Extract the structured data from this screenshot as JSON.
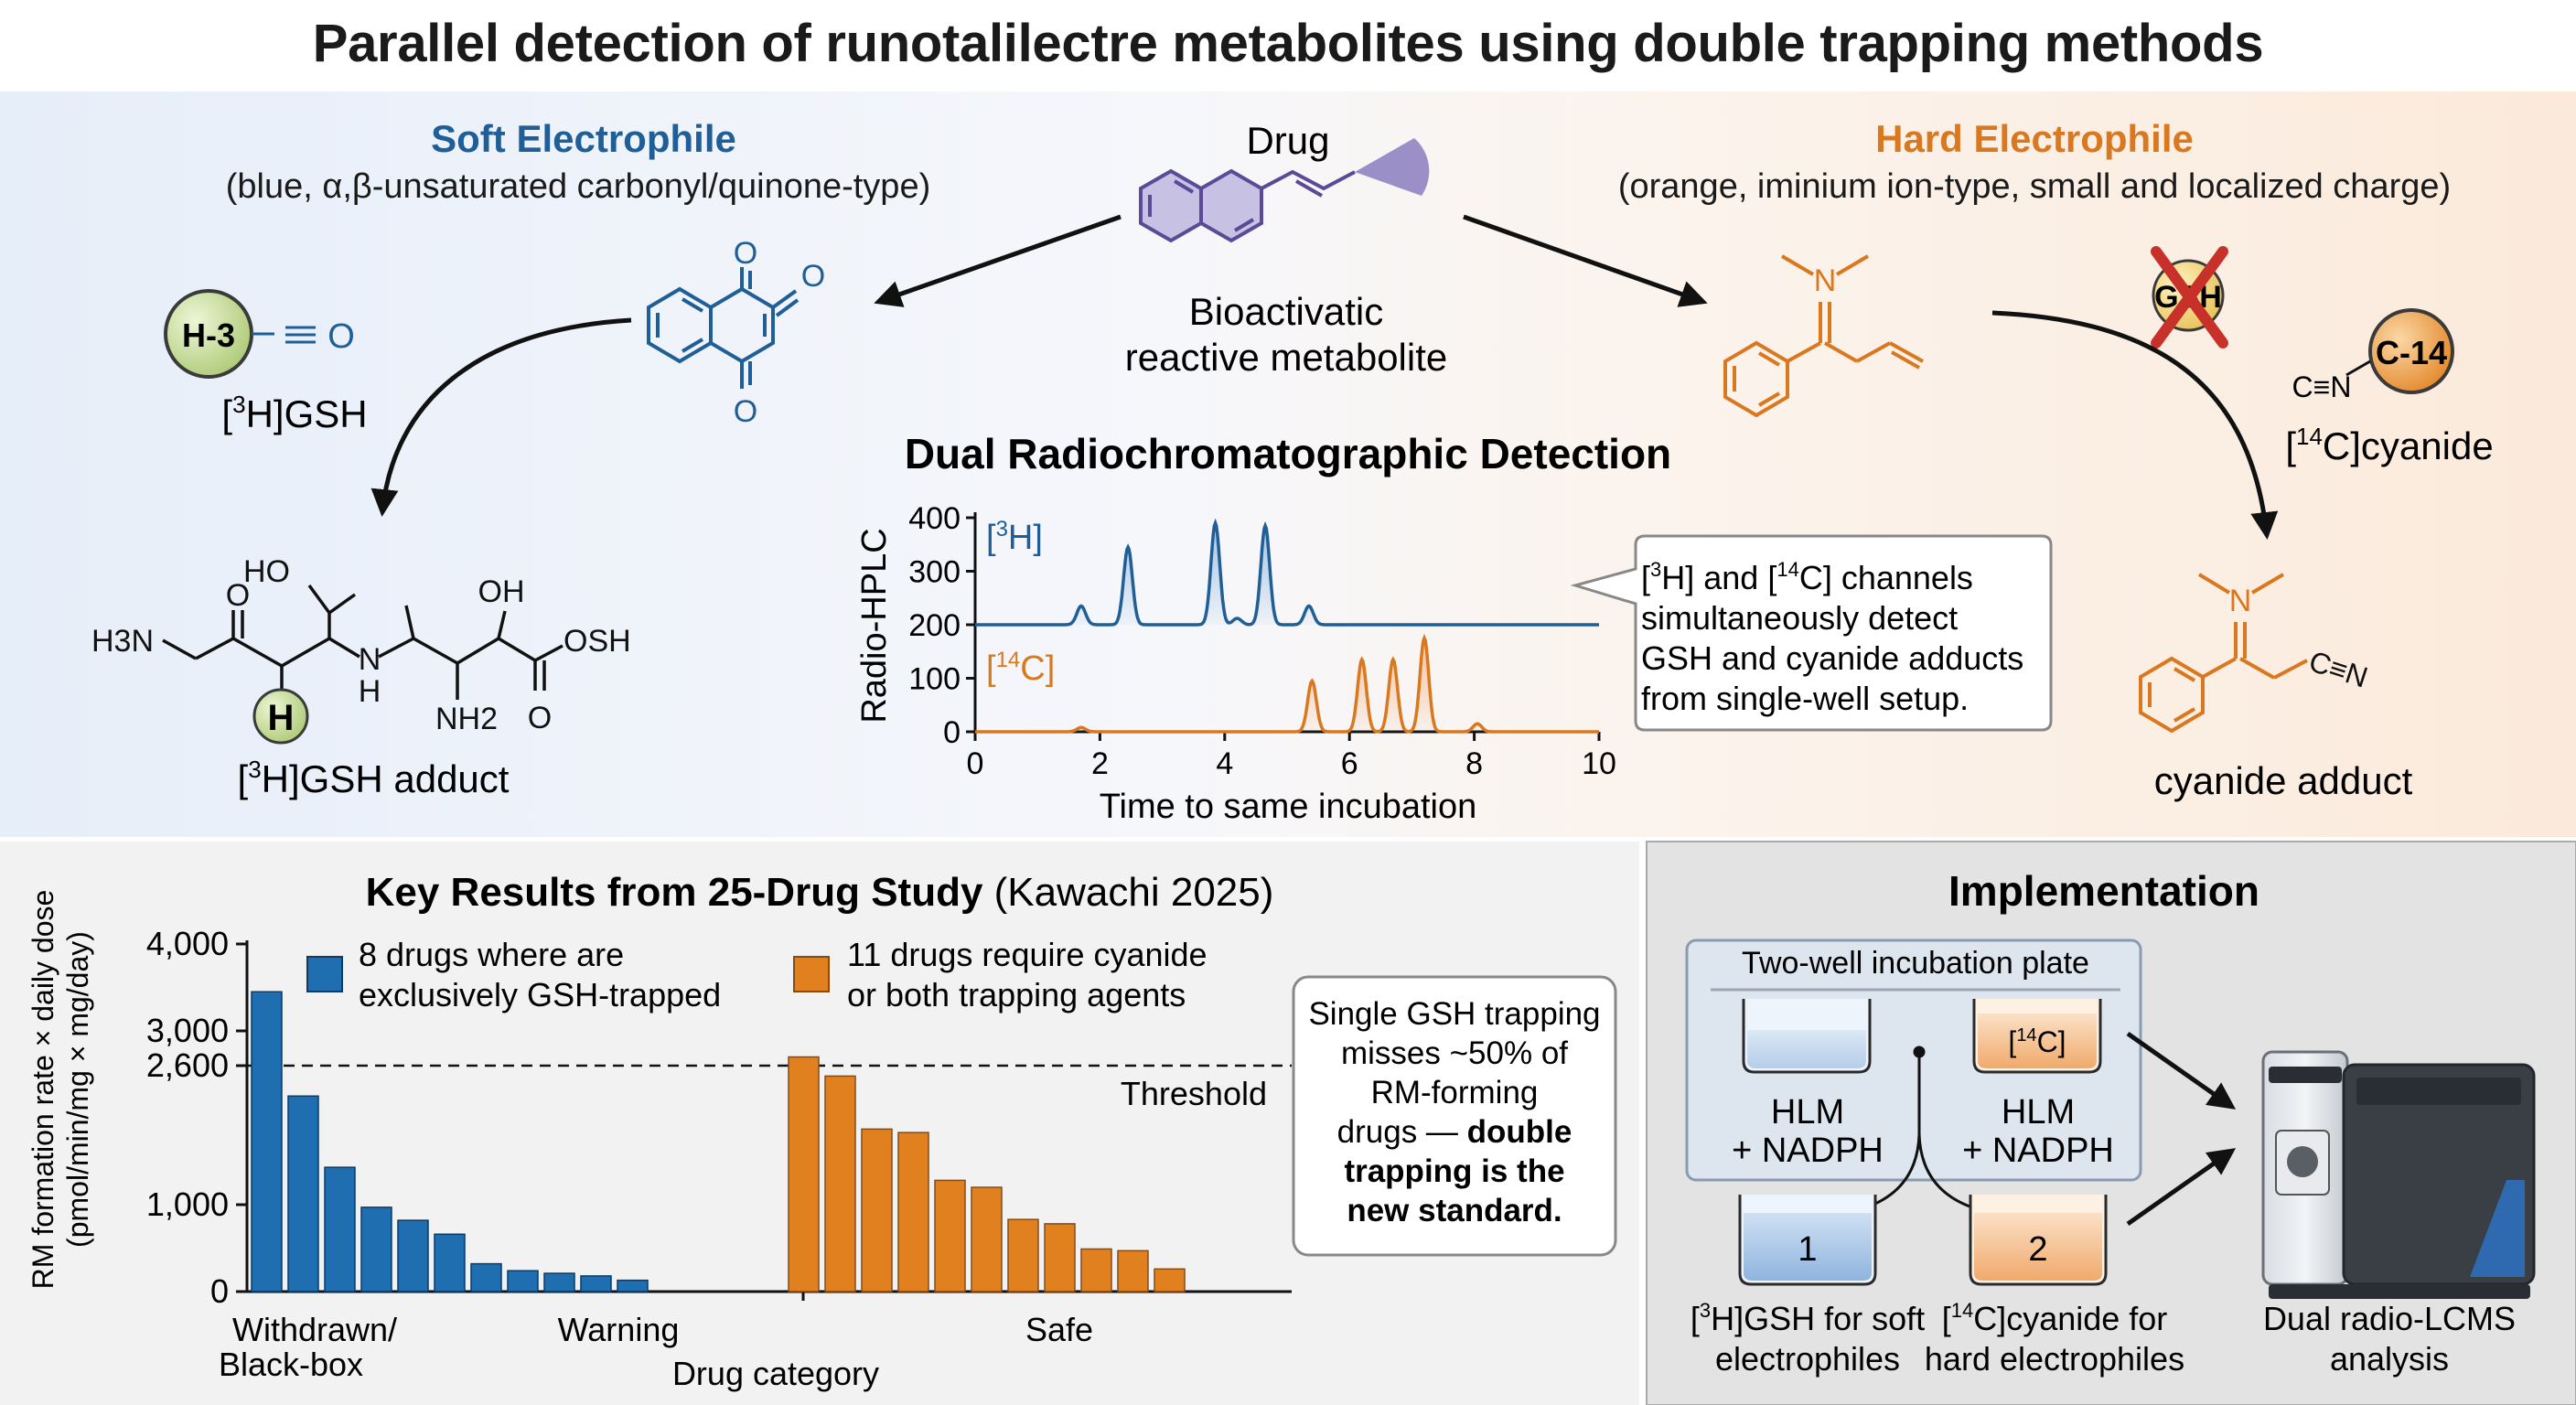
{
  "title": "Parallel detection of runotalilectre metabolites using double trapping methods",
  "colors": {
    "soft": "#1f5e96",
    "hard": "#d9781f",
    "drug": "#5b4a96",
    "bar_blue": "#1f6eb0",
    "bar_orange": "#e0801f"
  },
  "top": {
    "soft": {
      "heading": "Soft Electrophile",
      "desc": "(blue, α,β-unsaturated carbonyl/quinone-type)"
    },
    "hard": {
      "heading": "Hard Electrophile",
      "desc": "(orange, iminium ion-type, small and localized charge)"
    },
    "drug_label": "Drug",
    "bioactivation_line1": "Bioactivatic",
    "bioactivation_line2": "reactive metabolite",
    "h3_badge": "H-3",
    "gsh_reagent_prefix": "[",
    "gsh_reagent_sup": "3",
    "gsh_reagent_suffix": "H]GSH",
    "gsh_adduct_prefix": "[",
    "gsh_adduct_sup": "3",
    "gsh_adduct_suffix": "H]GSH adduct",
    "gsh_crossed": "GSH",
    "c14_badge": "C-14",
    "cyanide_group": "C≡N",
    "cyanide_reagent_prefix": "[",
    "cyanide_reagent_sup": "14",
    "cyanide_reagent_suffix": "C]cyanide",
    "cyanide_adduct": "cyanide adduct",
    "atoms": {
      "O": "O",
      "N": "N",
      "H": "H",
      "OH": "OH",
      "HO": "HO",
      "H3N": "H3N",
      "NH2": "NH2",
      "OSH": "OSH",
      "CN": "C≡N",
      "three": "3",
      "two": "2"
    }
  },
  "chromatogram": {
    "heading": "Dual Radiochromatographic Detection",
    "ylabel": "Radio-HPLC",
    "xlabel": "Time to same incubation",
    "channel_3h": {
      "prefix": "[",
      "sup": "3",
      "suffix": "H]"
    },
    "channel_14c": {
      "prefix": "[",
      "sup": "14",
      "suffix": "C]"
    },
    "callout": {
      "l1a": "[",
      "l1sup": "3",
      "l1b": "H] and [",
      "l1sup2": "14",
      "l1c": "C] channels",
      "l2": "simultaneously detect",
      "l3": "GSH and cyanide adducts",
      "l4": "from single-well setup."
    }
  },
  "chart_data": {
    "type": "line",
    "title": "Dual Radiochromatographic Detection",
    "xlabel": "Time to same incubation",
    "ylabel": "Radio-HPLC",
    "xlim": [
      0,
      10
    ],
    "ylim": [
      0,
      400
    ],
    "x_ticks": [
      "0",
      "2",
      "4",
      "6",
      "8",
      "10"
    ],
    "y_ticks": [
      "0",
      "100",
      "200",
      "300",
      "400"
    ],
    "series": [
      {
        "name": "[3H]",
        "baseline": 200,
        "peaks": [
          [
            1.7,
            235
          ],
          [
            2.45,
            345
          ],
          [
            3.85,
            390
          ],
          [
            4.2,
            212
          ],
          [
            4.65,
            385
          ],
          [
            5.35,
            235
          ]
        ]
      },
      {
        "name": "[14C]",
        "baseline": 0,
        "peaks": [
          [
            1.7,
            8
          ],
          [
            5.4,
            95
          ],
          [
            6.2,
            135
          ],
          [
            6.7,
            135
          ],
          [
            7.2,
            175
          ],
          [
            8.05,
            15
          ]
        ]
      }
    ]
  },
  "results": {
    "heading": "Key Results from 25-Drug Study",
    "citation": "(Kawachi 2025)",
    "ylabel_line1": "RM formation rate × daily dose",
    "ylabel_line2": "(pmol/min/mg × mg/day)",
    "legend_blue_line1": "8 drugs where are",
    "legend_blue_line2": "exclusively GSH-trapped",
    "legend_orange_line1": "11 drugs require cyanide",
    "legend_orange_line2": "or both trapping agents",
    "threshold_label": "Threshold",
    "category_withdrawn_line1": "Withdrawn/",
    "category_withdrawn_line2": "Black-box",
    "category_warning": "Warning",
    "category_safe": "Safe",
    "xlabel": "Drug category",
    "callout_line1": "Single GSH trapping",
    "callout_line2": "misses ~50% of",
    "callout_line3": "RM-forming",
    "callout_line4a": "drugs — ",
    "callout_line4b": "double",
    "callout_line5": "trapping is the",
    "callout_line6": "new standard."
  },
  "results_chart_data": {
    "type": "bar",
    "ylabel": "RM formation rate × daily dose (pmol/min/mg × mg/day)",
    "xlabel": "Drug category",
    "ylim": [
      0,
      4000
    ],
    "y_ticks": [
      "0",
      "1,000",
      "2,600",
      "3,000",
      "4,000"
    ],
    "y_tick_values": [
      0,
      1000,
      2600,
      3000,
      4000
    ],
    "threshold": 2600,
    "series": [
      {
        "name": "8 drugs where are exclusively GSH-trapped",
        "values": [
          3450,
          2250,
          1430,
          970,
          820,
          660,
          320,
          240,
          210,
          180,
          130
        ]
      },
      {
        "name": "11 drugs require cyanide or both trapping agents",
        "values": [
          2700,
          2480,
          1870,
          1830,
          1280,
          1200,
          830,
          780,
          490,
          470,
          260
        ]
      }
    ]
  },
  "implementation": {
    "heading": "Implementation",
    "plate_label": "Two-well incubation plate",
    "well_14c_prefix": "[",
    "well_14c_sup": "14",
    "well_14c_suffix": "C]",
    "hlm_left_1": "HLM",
    "hlm_left_2": "+ NADPH",
    "hlm_right_1": "HLM",
    "hlm_right_2": "+ NADPH",
    "well1": "1",
    "well2": "2",
    "left_label_prefix": "[",
    "left_label_sup": "3",
    "left_label_suffix": "H]GSH for soft",
    "left_label_line2": "electrophiles",
    "right_label_prefix": "[",
    "right_label_sup": "14",
    "right_label_suffix": "C]cyanide for",
    "right_label_line2": "hard electrophiles",
    "instrument_line1": "Dual radio-LCMS",
    "instrument_line2": "analysis"
  }
}
